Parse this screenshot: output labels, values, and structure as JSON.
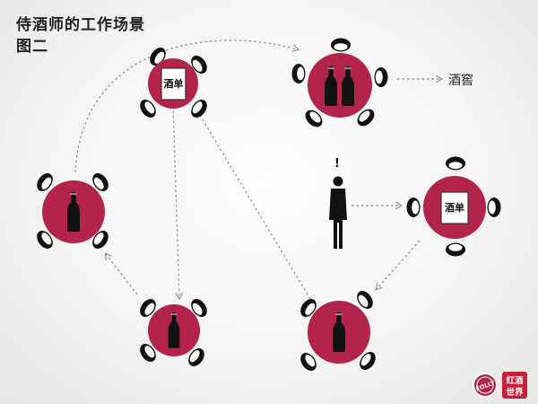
{
  "title": {
    "line1": "侍酒师的工作场景",
    "line2": "图二"
  },
  "labels": {
    "menu": "酒单",
    "cellar": "酒窖",
    "attention_mark": "!"
  },
  "logos": {
    "left_text": "FOLLY",
    "right_text_1": "红酒",
    "right_text_2": "世界"
  },
  "colors": {
    "table": "#b2244a",
    "chair": "#111111",
    "connector": "#999999",
    "figure": "#111111"
  },
  "tables": [
    {
      "id": "table-menu-top",
      "content": "menu"
    },
    {
      "id": "table-two-bottles",
      "content": "two-bottles"
    },
    {
      "id": "table-left-bottle",
      "content": "bottle"
    },
    {
      "id": "table-menu-right",
      "content": "menu"
    },
    {
      "id": "table-bottom-left-bottle",
      "content": "bottle"
    },
    {
      "id": "table-bottom-right-bottle",
      "content": "bottle"
    }
  ]
}
